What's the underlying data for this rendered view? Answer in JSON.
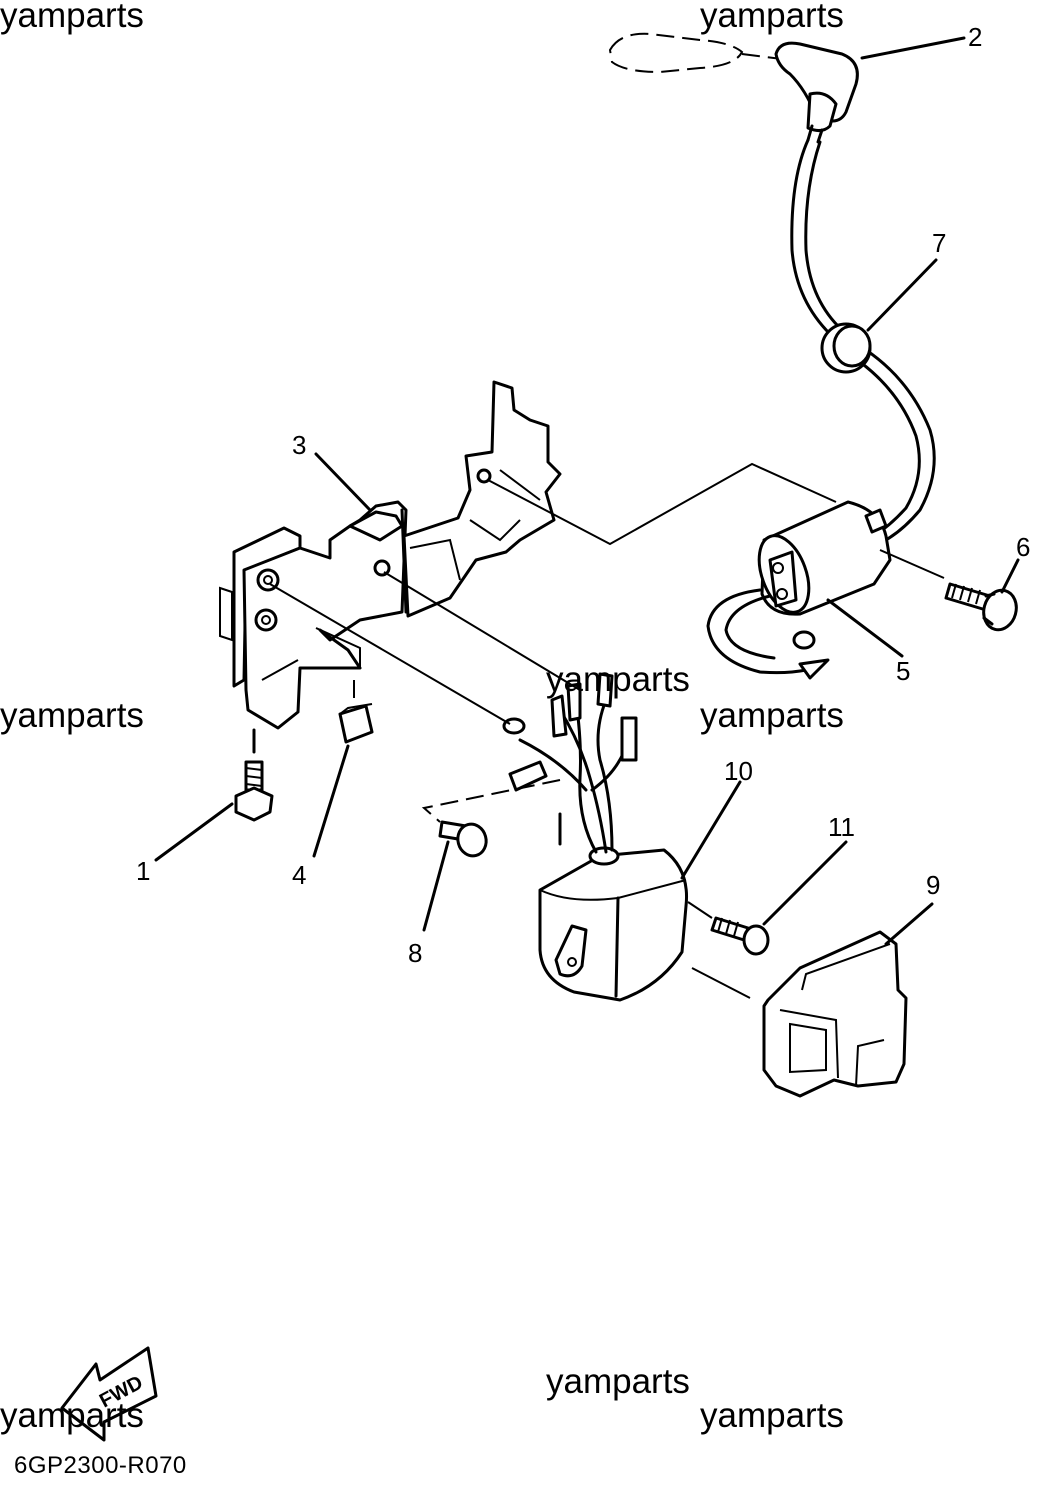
{
  "watermarks": [
    "yamparts",
    "yamparts",
    "yamparts",
    "yamparts",
    "yamparts",
    "yamparts",
    "yamparts",
    "yamparts"
  ],
  "callouts": {
    "c1": "1",
    "c2": "2",
    "c3": "3",
    "c4": "4",
    "c5": "5",
    "c6": "6",
    "c7": "7",
    "c8": "8",
    "c9": "9",
    "c10": "10",
    "c11": "11"
  },
  "direction_marker": "FWD",
  "diagram_code": "6GP2300-R070"
}
